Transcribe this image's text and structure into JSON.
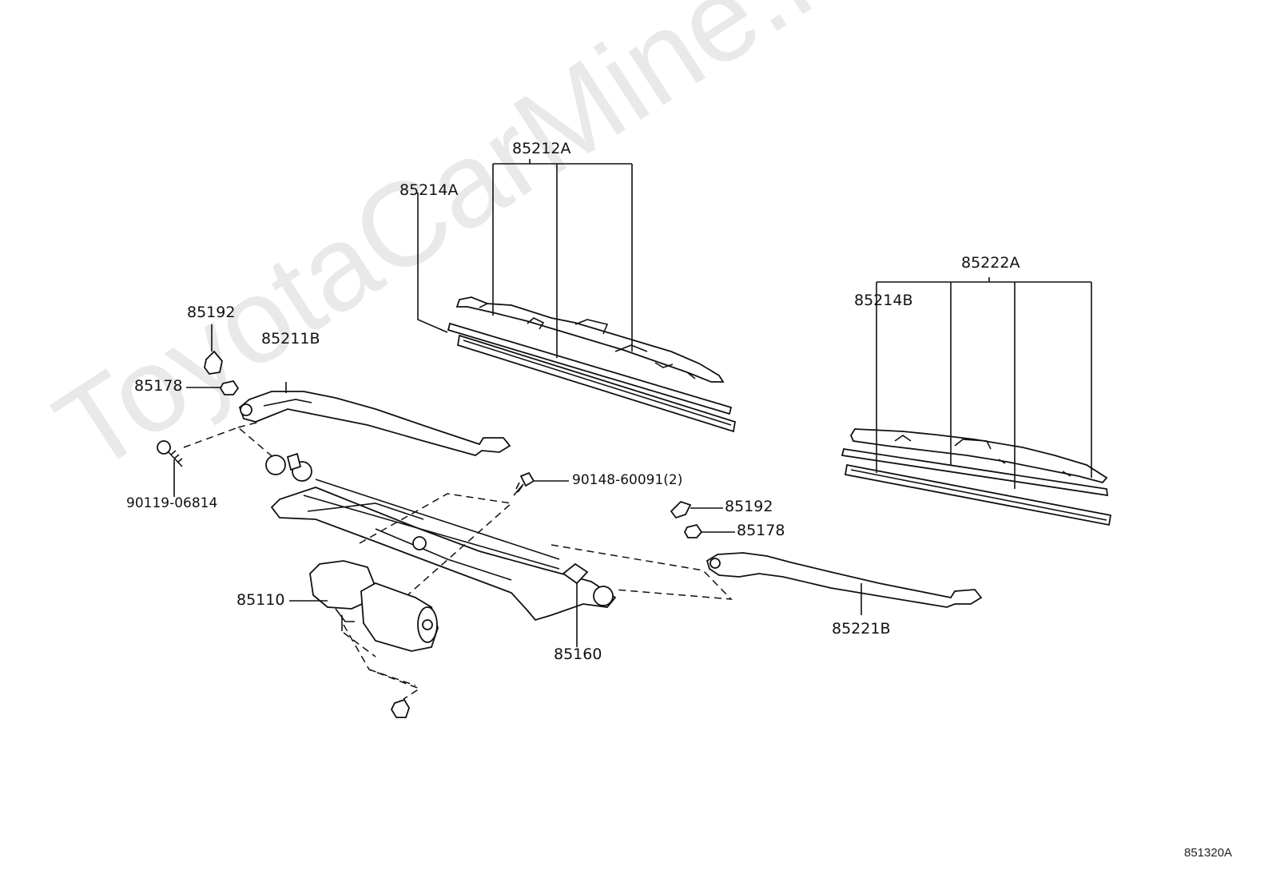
{
  "watermark": "ToyotaCarMine.ru",
  "labels": {
    "p85212A": "85212A",
    "p85214A": "85214A",
    "p85222A": "85222A",
    "p85214B": "85214B",
    "p85192_left": "85192",
    "p85211B": "85211B",
    "p85178_left": "85178",
    "p90119": "90119-06814",
    "p90148": "90148-60091(2)",
    "p85192_right": "85192",
    "p85178_right": "85178",
    "p85110": "85110",
    "p85160": "85160",
    "p85221B": "85221B"
  },
  "diagram_code": "851320A"
}
